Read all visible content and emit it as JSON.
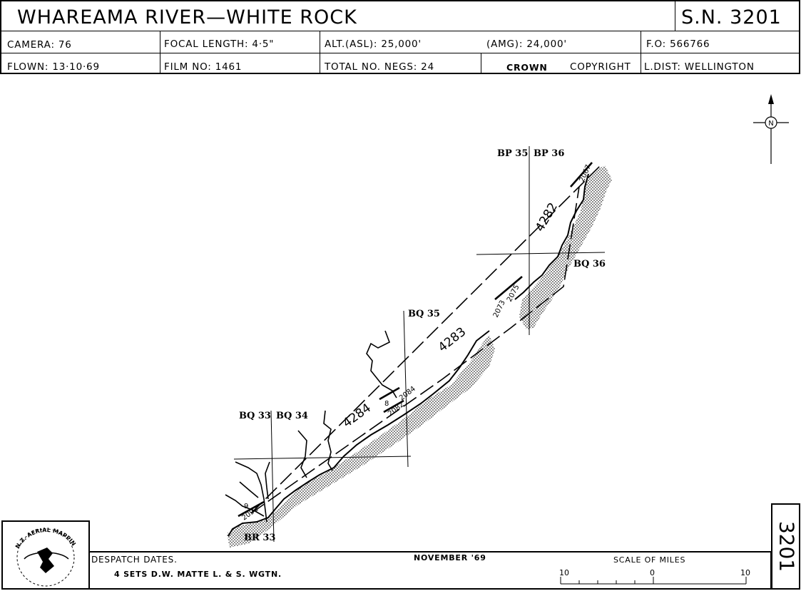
{
  "header": {
    "title": "WHAREAMA    RIVER—WHITE    ROCK",
    "sn": "S.N. 3201",
    "row1": {
      "camera": "CAMERA:  76",
      "focal_length": "FOCAL  LENGTH:  4·5\"",
      "alt_asl": "ALT.(ASL):  25,000'",
      "amg": "(AMG):   24,000'",
      "fo": "F.O:  566766"
    },
    "row2": {
      "flown": "FLOWN:  13·10·69",
      "film_no": "FILM  NO:   1461",
      "total_negs": "TOTAL  NO.  NEGS: 24",
      "crown": "CROWN",
      "copyright": "COPYRIGHT",
      "ldist": "L.DIST: WELLINGTON"
    }
  },
  "map": {
    "compass": "N",
    "grid_labels": [
      "BP 35",
      "BP 36",
      "BQ 35",
      "BQ 36",
      "BQ 33",
      "BQ 34",
      "BR 33"
    ],
    "runs": [
      "4282",
      "4283",
      "4284"
    ],
    "frames": [
      "2067",
      "2075",
      "2073",
      "2084",
      "2082",
      "2092"
    ],
    "frame_marks": [
      "8",
      "9"
    ]
  },
  "footer": {
    "logo_text": "N.Z. AERIAL MAPPING LTD.",
    "despatch_label": "DESPATCH  DATES.",
    "despatch_detail": "4  SETS   D.W. MATTE     L. & S.    WGTN.",
    "despatch_date": "NOVEMBER  '69",
    "scale_label": "SCALE  OF  MILES",
    "scale_ticks": [
      "10",
      "0",
      "10"
    ],
    "side_number": "3201"
  }
}
